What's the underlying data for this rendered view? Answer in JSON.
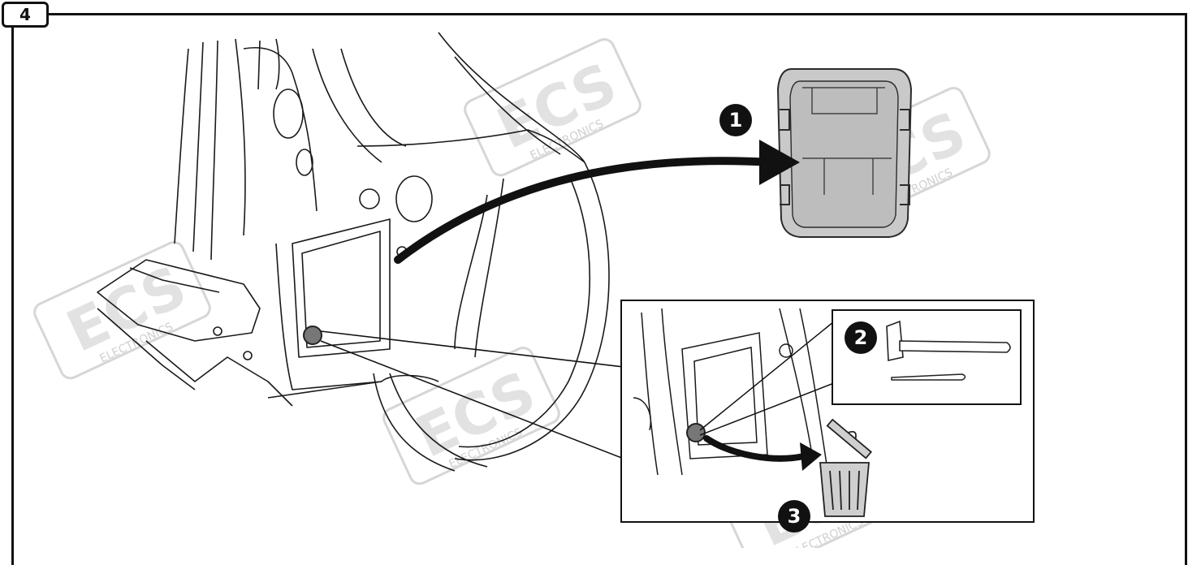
{
  "step": {
    "number": "4"
  },
  "callouts": [
    {
      "label": "1",
      "meaning": ""
    },
    {
      "label": "2",
      "meaning": ""
    },
    {
      "label": "3",
      "meaning": ""
    }
  ],
  "watermark": {
    "brand": "ECS",
    "sub": "ELECTRONICS"
  },
  "colors": {
    "line": "#111111",
    "plug": "#777777",
    "cover": "#bdbdbd",
    "watermark": "#d9d9d9"
  },
  "icons": [
    "hammer-icon",
    "punch-icon",
    "trash-bin-icon",
    "plug-icon",
    "cover-panel-icon"
  ]
}
